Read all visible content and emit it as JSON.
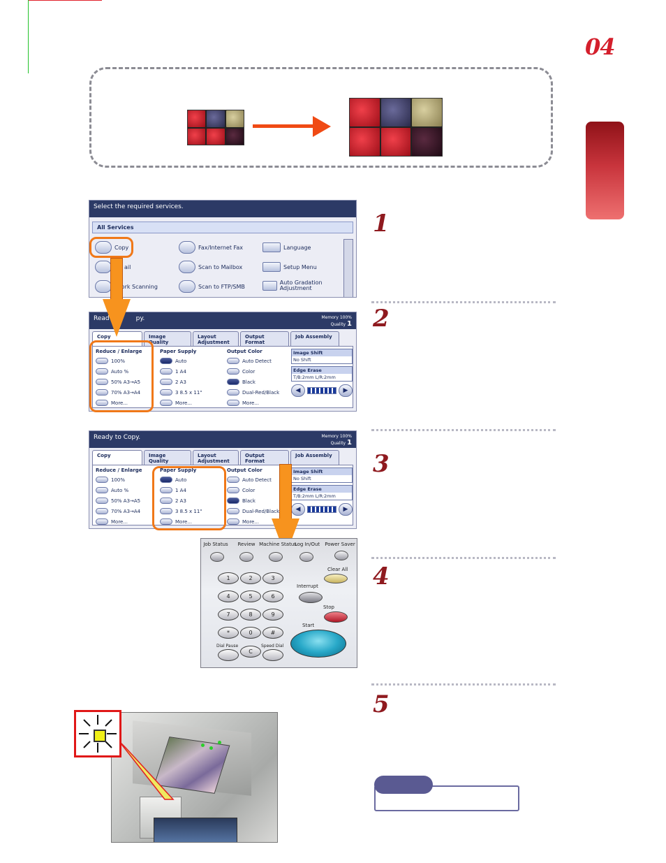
{
  "header": {
    "chapter_number": "04"
  },
  "steps": [
    {
      "number": "1"
    },
    {
      "number": "2"
    },
    {
      "number": "3"
    },
    {
      "number": "4"
    },
    {
      "number": "5"
    }
  ],
  "screen1": {
    "header": "Select the required services.",
    "section": "All Services",
    "services": {
      "copy": "Copy",
      "email": "ail",
      "network_scanning": "twork Scanning",
      "fax": "Fax/Internet Fax",
      "scan_to_mailbox": "Scan to Mailbox",
      "scan_to_ftp": "Scan to FTP/SMB",
      "language": "Language",
      "setup_menu": "Setup Menu",
      "auto_gradation": "Auto Gradation Adjustment"
    }
  },
  "screen2": {
    "header": "Read",
    "header_tail": "py.",
    "memory_label": "Memory 100%",
    "quality_label": "Quality",
    "quality_value": "1"
  },
  "screen3": {
    "header": "Ready to Copy.",
    "memory_label": "Memory 100%",
    "quality_label": "Quality",
    "quality_value": "1"
  },
  "copy_tabs": {
    "copy": "Copy",
    "image_quality": "Image Quality",
    "layout": "Layout Adjustment",
    "output_format": "Output Format",
    "job_assembly": "Job Assembly"
  },
  "copy_options": {
    "reduce_title": "Reduce / Enlarge",
    "reduce": [
      "100%",
      "Auto %",
      "50%  A3→A5",
      "70%  A3→A4",
      "More..."
    ],
    "paper_title": "Paper Supply",
    "paper": [
      "Auto",
      "1  A4",
      "2  A3",
      "3  8.5 x 11\"",
      "More..."
    ],
    "color_title": "Output Color",
    "color": [
      "Auto Detect",
      "Color",
      "Black",
      "Dual-Red/Black",
      "More..."
    ],
    "image_shift_title": "Image Shift",
    "image_shift_value": "No Shift",
    "edge_erase_title": "Edge Erase",
    "edge_erase_value": "T/B:2mm     L/R:2mm"
  },
  "keypad": {
    "top_buttons": [
      "Job Status",
      "Review",
      "Machine Status",
      "Log In/Out",
      "Power Saver"
    ],
    "keys": [
      "1",
      "2",
      "3",
      "4",
      "5",
      "6",
      "7",
      "8",
      "9",
      "*",
      "0",
      "#",
      "C"
    ],
    "clear_all": "Clear All",
    "interrupt": "Interrupt",
    "stop": "Stop",
    "start": "Start",
    "dial_pause": "Dial Pause",
    "speed_dial": "Speed Dial"
  },
  "colors": {
    "accent_red": "#d41f2c",
    "step_number": "#8f1a1f",
    "highlight_orange": "#f07818",
    "arrow_orange": "#f7931e",
    "arrow_red": "#f04a14"
  }
}
